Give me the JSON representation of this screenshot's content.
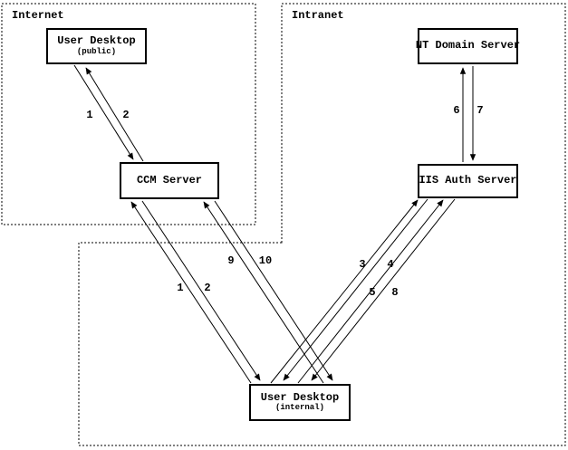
{
  "diagram": {
    "title_semantic": "CCM authentication network flow diagram",
    "colors": {
      "ink": "#000000",
      "background": "#ffffff"
    },
    "zones": {
      "internet": {
        "label": "Internet"
      },
      "intranet": {
        "label": "Intranet"
      }
    },
    "nodes": {
      "user_desktop_public": {
        "title": "User Desktop",
        "subtitle": "(public)"
      },
      "ccm_server": {
        "title": "CCM Server"
      },
      "nt_domain_server": {
        "title": "NT Domain Server"
      },
      "iis_auth_server": {
        "title": "IIS Auth Server"
      },
      "user_desktop_internal": {
        "title": "User Desktop",
        "subtitle": "(internal)"
      }
    },
    "steps": {
      "public_1": "1",
      "public_2": "2",
      "internal_1": "1",
      "internal_2": "2",
      "step_9": "9",
      "step_10": "10",
      "step_3": "3",
      "step_4": "4",
      "step_5": "5",
      "step_8": "8",
      "step_6": "6",
      "step_7": "7"
    }
  }
}
